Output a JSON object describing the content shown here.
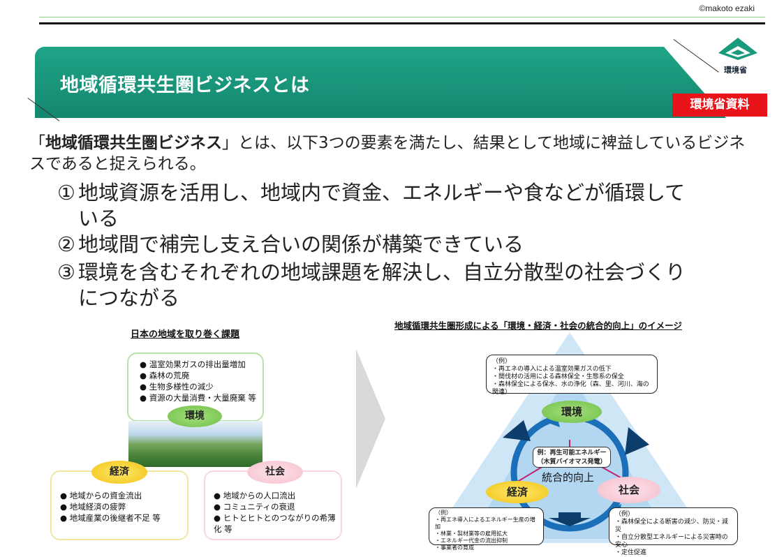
{
  "copyright": "©makoto ezaki",
  "header": {
    "title": "地域循環共生圏ビジネスとは",
    "logo_text": "環境省",
    "badge": "環境省資料"
  },
  "intro": {
    "quote_open": "「",
    "term": "地域循環共生圏ビジネス",
    "rest": "」とは、以下3つの要素を満たし、結果として地域に裨益しているビジネスであると捉えられる。"
  },
  "elements": [
    {
      "num": "①",
      "line1": "地域資源を活用し、地域内で資金、エネルギーや食などが循環して",
      "line2": "いる"
    },
    {
      "num": "②",
      "line1": "地域間で補完し支え合いの関係が構築できている",
      "line2": ""
    },
    {
      "num": "③",
      "line1": "環境を含むそれぞれの地域課題を解決し、自立分散型の社会づくり",
      "line2": "につながる"
    }
  ],
  "left_panel": {
    "title": "日本の地域を取り巻く課題",
    "env_label": "環境",
    "eco_label": "経済",
    "soc_label": "社会",
    "env_items": [
      "温室効果ガスの排出量増加",
      "森林の荒廃",
      "生物多様性の減少",
      "資源の大量消費・大量廃棄 等"
    ],
    "eco_items": [
      "地域からの資金流出",
      "地域経済の疲弊",
      "地域産業の後継者不足 等"
    ],
    "soc_items": [
      "地域からの人口流出",
      "コミュニティの衰退",
      "ヒトとヒトとのつながりの希薄化 等"
    ]
  },
  "right_panel": {
    "title": "地域循環共生圏形成による「環境・経済・社会の統合的向上」のイメージ",
    "env_label": "環境",
    "eco_label": "経済",
    "soc_label": "社会",
    "center_line1": "例：再生可能エネルギー",
    "center_line2": "（木質バイオマス発電）",
    "center_label": "統合的向上",
    "ex_top": {
      "head": "（例）",
      "items": [
        "・再エネの導入による温室効果ガスの低下",
        "・間伐材の活用による森林保全・生態系の保全",
        "・森林保全による保水、水の浄化（森、里、河川、海の関連）"
      ]
    },
    "ex_bl": {
      "head": "（例）",
      "items": [
        "・再エネ導入によるエネルギー生産の増加",
        "・林業・製材業等の雇用拡大",
        "・エネルギー代金の流出抑制",
        "・事業者の育成"
      ]
    },
    "ex_br": {
      "head": "（例）",
      "items": [
        "・森林保全による断害の減少、防災・減災",
        "・自立分散型エネルギーによる災害時の安心",
        "・定住促進"
      ]
    }
  }
}
